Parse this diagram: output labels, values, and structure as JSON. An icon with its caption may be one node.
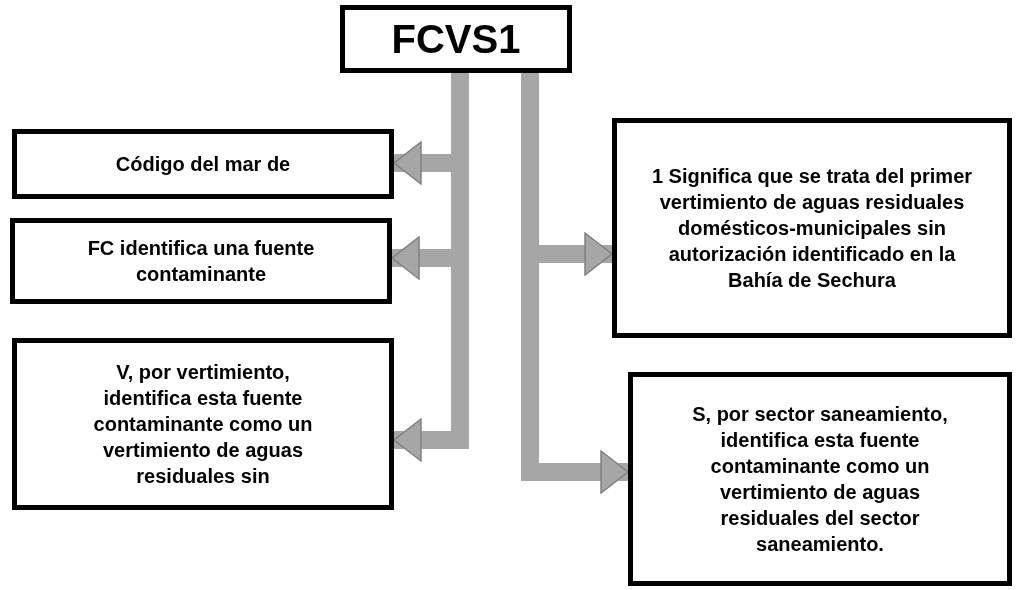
{
  "diagram": {
    "nodes": [
      {
        "text": [
          "FCVS1"
        ]
      },
      {
        "text": [
          "Código del mar de"
        ]
      },
      {
        "text": [
          "FC identifica una fuente contaminante"
        ]
      },
      {
        "text": [
          "V, por vertimiento, identifica esta fuente contaminante como un vertimiento de aguas residuales sin"
        ]
      },
      {
        "text": [
          "1 Significa que se trata del primer vertimiento de aguas residuales domésticos-municipales sin autorización identificado en la Bahía de Sechura"
        ]
      },
      {
        "text": [
          "S, por sector saneamiento, identifica esta fuente contaminante como un vertimiento de aguas residuales del sector saneamiento."
        ]
      }
    ],
    "edges": [
      {
        "from": 0,
        "to": 1,
        "arrow": "to"
      },
      {
        "from": 0,
        "to": 2,
        "arrow": "to"
      },
      {
        "from": 0,
        "to": 3,
        "arrow": "to"
      },
      {
        "from": 0,
        "to": 4,
        "arrow": "to"
      },
      {
        "from": 0,
        "to": 5,
        "arrow": "to"
      }
    ]
  }
}
